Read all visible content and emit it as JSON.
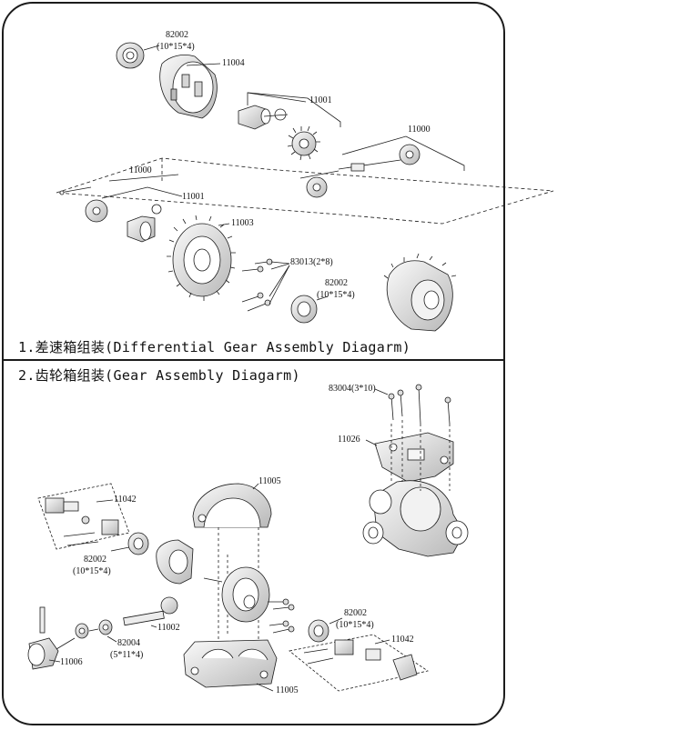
{
  "sections": [
    {
      "title": "1.差速箱组装(Differential Gear Assembly Diagarm)"
    },
    {
      "title": "2.齿轮箱组装(Gear Assembly Diagarm)"
    }
  ],
  "labels": {
    "s1_82002_top": "82002",
    "s1_82002_top_size": "(10*15*4)",
    "s1_11004": "11004",
    "s1_11001_a": "11001",
    "s1_11000_a": "11000",
    "s1_11000_b": "11000",
    "s1_11001_b": "11001",
    "s1_11003": "11003",
    "s1_83013": "83013(2*8)",
    "s1_82002_bottom": "82002",
    "s1_82002_bottom_size": "(10*15*4)",
    "s2_83004": "83004(3*10)",
    "s2_11026": "11026",
    "s2_11005_top": "11005",
    "s2_11042_left": "11042",
    "s2_82002_left": "82002",
    "s2_82002_left_size": "(10*15*4)",
    "s2_11002": "11002",
    "s2_82004": "82004",
    "s2_82004_size": "(5*11*4)",
    "s2_11006": "11006",
    "s2_82002_right": "82002",
    "s2_82002_right_size": "(10*15*4)",
    "s2_11042_right": "11042",
    "s2_11005_bottom": "11005"
  },
  "colors": {
    "line": "#1c1c1c",
    "part": "#e6e6e6",
    "shade": "#9a9a9a"
  }
}
